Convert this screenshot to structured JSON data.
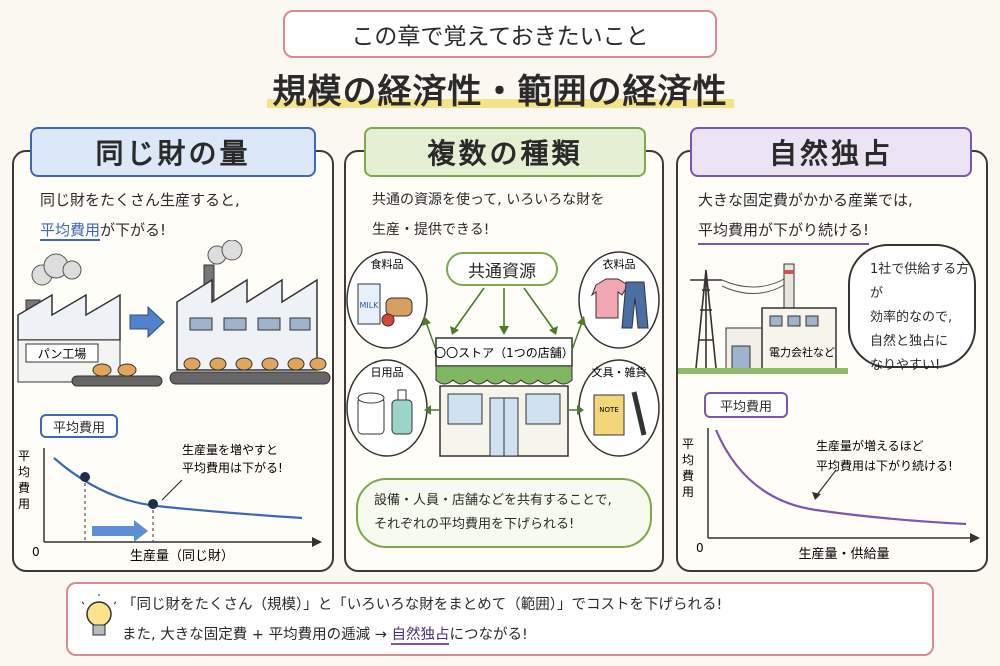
{
  "header": {
    "subtitle": "この章で覚えておきたいこと",
    "title": "規模の経済性・範囲の経済性"
  },
  "panel1": {
    "title": "同じ財の量",
    "desc_line1": "同じ財をたくさん生産すると,",
    "desc_hl": "平均費用",
    "desc_rest": "が下がる!",
    "factory_sign": "パン工場",
    "chart_label": "平均費用",
    "ylabel": "平均費用",
    "xlabel": "生産量（同じ財）",
    "origin": "0",
    "annotation_line1": "生産量を増やすと",
    "annotation_line2": "平均費用は下がる!"
  },
  "panel2": {
    "title": "複数の種類",
    "desc_line1": "共通の資源を使って, いろいろな財を",
    "desc_line2": "生産・提供できる!",
    "resource_label": "共通資源",
    "store_label": "〇〇ストア（1つの店舗）",
    "cat_food": "食料品",
    "cat_clothes": "衣料品",
    "cat_daily": "日用品",
    "cat_stationery": "文具・雑貨",
    "milk_label": "MILK",
    "note_label": "NOTE",
    "bubble_line1": "設備・人員・店舗などを共有することで,",
    "bubble_line2": "それぞれの平均費用を下げられる!"
  },
  "panel3": {
    "title": "自然独占",
    "desc_line1": "大きな固定費がかかる産業では,",
    "desc_hl": "平均費用が下がり続ける!",
    "company_sign": "電力会社など",
    "note_line1": "1社で供給する方が",
    "note_line2": "効率的なので,",
    "note_line3": "自然と独占に",
    "note_line4": "なりやすい!",
    "chart_label": "平均費用",
    "ylabel": "平均費用",
    "xlabel": "生産量・供給量",
    "origin": "0",
    "annotation_line1": "生産量が増えるほど",
    "annotation_line2": "平均費用は下がり続ける!"
  },
  "summary": {
    "line1": "「同じ財をたくさん（規模）」と「いろいろな財をまとめて（範囲）」でコストを下げられる!",
    "line2_pre": "また, 大きな固定費 + 平均費用の逓減 → ",
    "line2_hl": "自然独占",
    "line2_post": "につながる!"
  },
  "colors": {
    "blue": "#3d68b5",
    "green": "#7fa84a",
    "purple": "#7b56b0",
    "pink": "#d98a93",
    "highlight": "#f3e38a"
  }
}
